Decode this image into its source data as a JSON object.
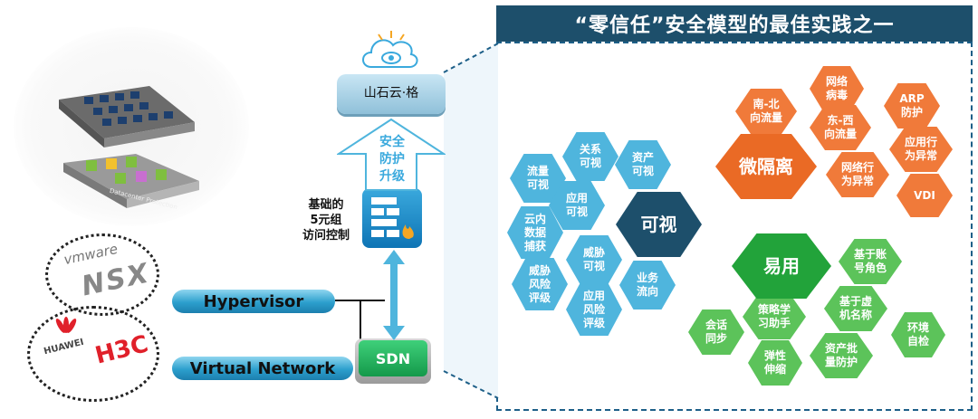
{
  "title": "“零信任”安全模型的最佳实践之一",
  "cloud_label": "山石云·格",
  "upgrade_label": "安全\n防护\n升级",
  "firewall_label": "基础的\n5元组\n访问控制",
  "sdn_label": "SDN",
  "hypervisor_label": "Hypervisor",
  "vnet_label": "Virtual Network",
  "datacenter_caption": "Datacenter Protection",
  "vendors": {
    "vmware": "vmware",
    "nsx": "NSX",
    "huawei": "HUAWEI",
    "h3c": "H3C"
  },
  "visible": {
    "center": "可视",
    "items": [
      "流量\n可视",
      "关系\n可视",
      "资产\n可视",
      "应用\n可视",
      "云内\n数据\n捕获",
      "威胁\n可视",
      "威胁\n风险\n评级",
      "应用\n风险\n评级",
      "业务\n流向"
    ]
  },
  "micro": {
    "center": "微隔离",
    "items": [
      "南-北\n向流量",
      "网络\n病毒",
      "ARP\n防护",
      "东-西\n向流量",
      "应用行\n为异常",
      "网络行\n为异常",
      "VDI"
    ]
  },
  "easy": {
    "center": "易用",
    "items": [
      "基于账\n号角色",
      "策略学\n习助手",
      "基于虚\n机名称",
      "会话\n同步",
      "环境\n自检",
      "弹性\n伸缩",
      "资产批\n量防护"
    ]
  },
  "colors": {
    "navy": "#1d4f6b",
    "blue": "#4fb5dd",
    "orange": "#f07a3a",
    "green": "#5cc35a"
  }
}
